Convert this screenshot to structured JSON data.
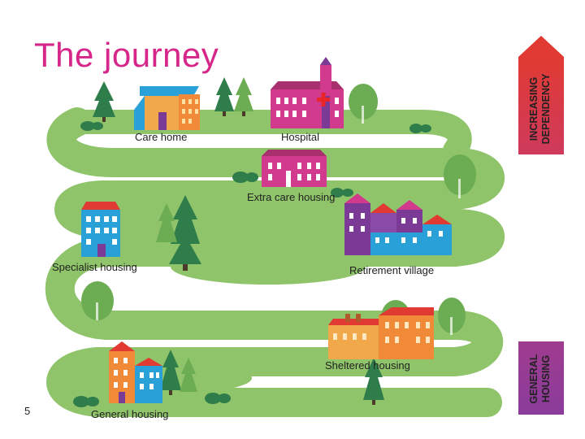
{
  "title": "The journey",
  "page_number": "5",
  "locations": {
    "care_home": "Care home",
    "hospital": "Hospital",
    "extra_care_housing": "Extra care housing",
    "specialist_housing": "Specialist housing",
    "retirement_village": "Retirement village",
    "sheltered_housing": "Sheltered housing",
    "general_housing": "General housing"
  },
  "scale": {
    "top_line1": "INCREASING",
    "top_line2": "DEPENDENCY",
    "bottom_line1": "GENERAL",
    "bottom_line2": "HOUSING"
  },
  "colors": {
    "title": "#d6268a",
    "path": "#8fc46a",
    "tree_dark": "#2f7d4a",
    "tree_light": "#6cac52",
    "arrow_top": "#e03a32",
    "arrow_bottom": "#8a3c9c",
    "pink": "#d23a8e",
    "purple": "#7a3a96",
    "blue": "#2aa0d8",
    "orange": "#f08a38"
  }
}
